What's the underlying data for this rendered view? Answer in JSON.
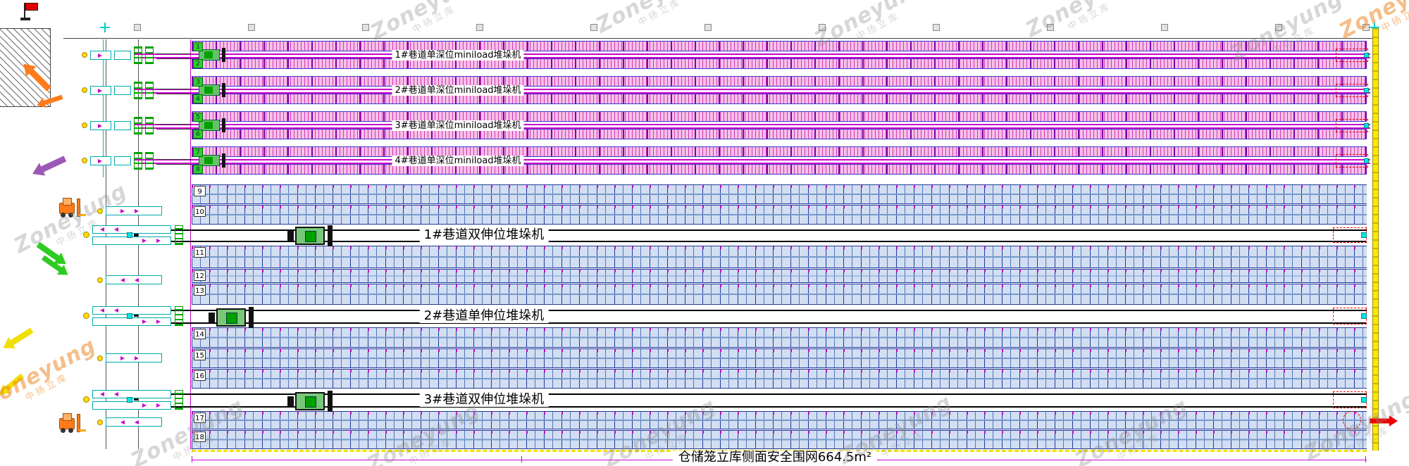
{
  "watermark": {
    "brand": "Zoneyung",
    "subtitle": "中扬立库"
  },
  "miniload": {
    "aisle_labels": [
      "1#巷道单深位miniload堆垛机",
      "2#巷道单深位miniload堆垛机",
      "3#巷道单深位miniload堆垛机",
      "4#巷道单深位miniload堆垛机"
    ],
    "row_numbers": [
      "1",
      "2",
      "3",
      "4",
      "5",
      "6",
      "7",
      "8"
    ]
  },
  "pallet": {
    "aisle_labels": [
      "1#巷道双伸位堆垛机",
      "2#巷道单伸位堆垛机",
      "3#巷道双伸位堆垛机"
    ],
    "row_numbers": [
      "9",
      "10",
      "11",
      "12",
      "13",
      "14",
      "15",
      "16",
      "17",
      "18"
    ]
  },
  "footer": {
    "note": "仓储笼立库侧面安全围网664.5m²"
  },
  "colors": {
    "miniload_rack_fill": "#f7c0e8",
    "miniload_rack_line": "#d23ab4",
    "pallet_rack_fill": "#d2def2",
    "pallet_rack_line": "#223a99",
    "crane_rail": "#000000",
    "miniload_rail": "#cc00cc",
    "crane_green": "#00a000",
    "fence_yellow": "#ffe800",
    "accent_cyan": "#00cccc",
    "arrow_orange": "#ff7a1a",
    "arrow_purple": "#9b59b6",
    "arrow_green": "#2ecc22",
    "arrow_yellow": "#f0e000",
    "alert_red": "#ee0000"
  }
}
